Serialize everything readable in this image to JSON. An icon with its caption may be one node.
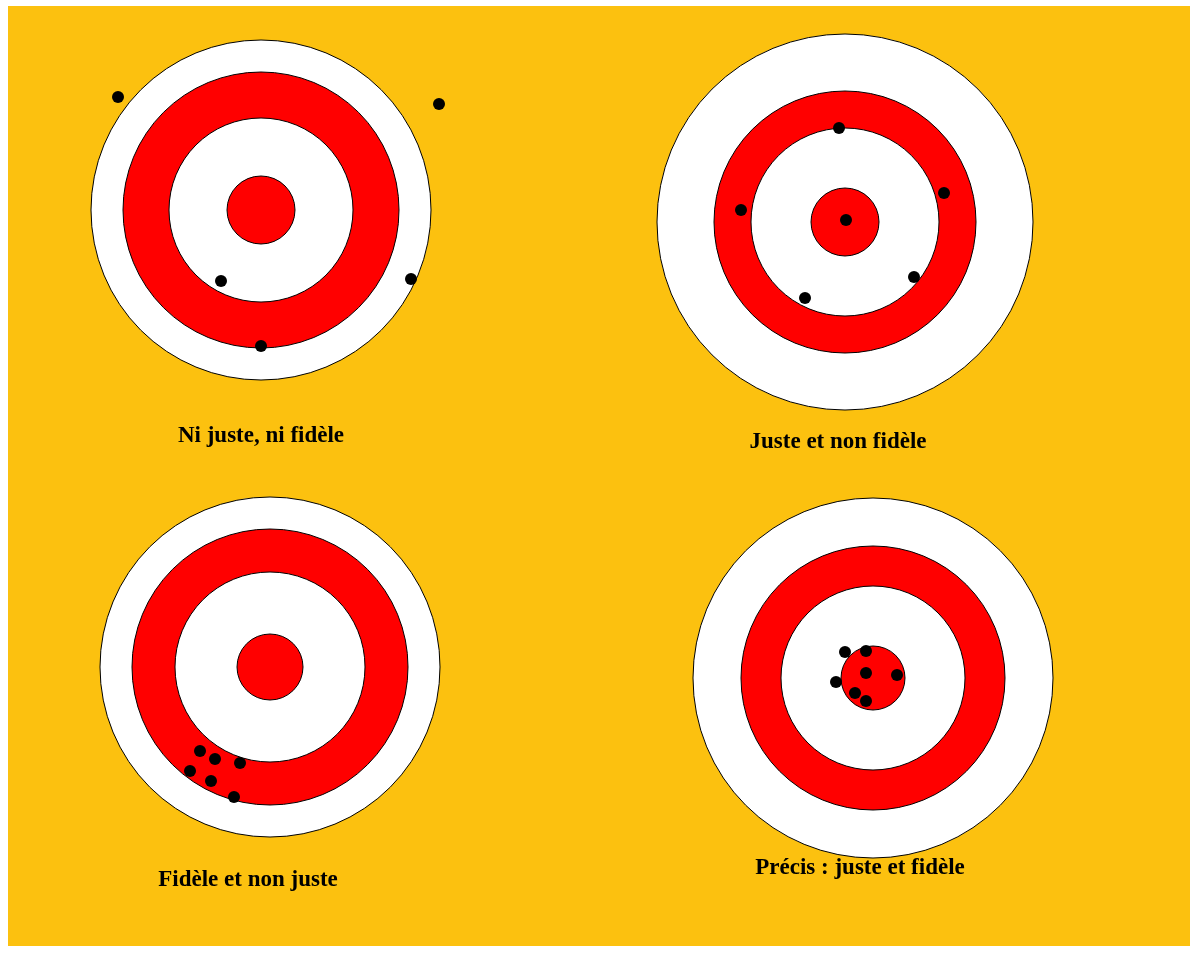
{
  "diagram": {
    "labels": [
      "Ni juste, ni fidèle",
      "Juste et non fidèle",
      "Fidèle et non juste",
      "Précis : juste et fidèle"
    ]
  }
}
